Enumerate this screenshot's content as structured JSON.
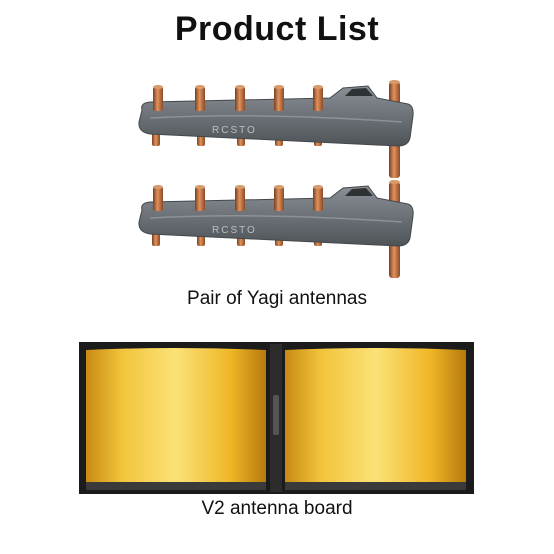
{
  "page": {
    "title": "Product List"
  },
  "products": [
    {
      "caption": "Pair of Yagi antennas",
      "brand_mark": "RCSTO"
    },
    {
      "caption": "V2 antenna board"
    }
  ],
  "colors": {
    "antenna_body": "#6c7277",
    "copper": "#b86a3c",
    "board_frame": "#1b1b1b",
    "panel_gold": "#f0b727"
  }
}
